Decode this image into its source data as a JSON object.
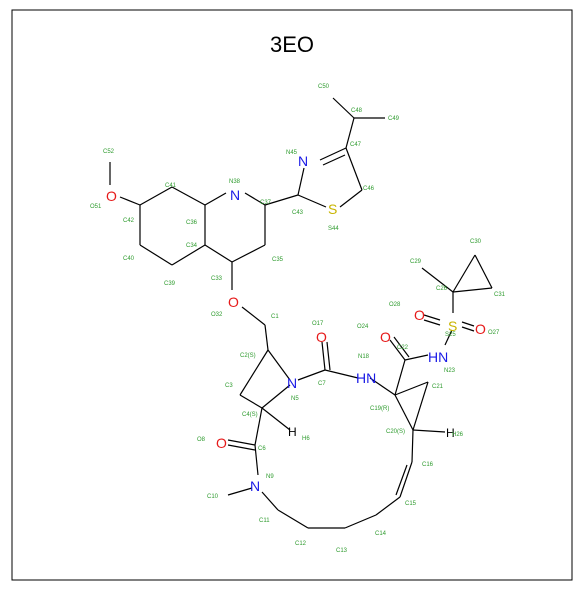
{
  "title": "3EO",
  "atoms": {
    "N": "N",
    "O": "O",
    "S": "S",
    "H": "H",
    "HN": "HN"
  },
  "labels": {
    "C50": "C50",
    "C48": "C48",
    "C49": "C49",
    "C47": "C47",
    "N45": "N45",
    "C46": "C46",
    "S44": "S44",
    "C43": "C43",
    "C52": "C52",
    "O51": "O51",
    "C41": "C41",
    "N38": "N38",
    "C37": "C37",
    "C42": "C42",
    "C36": "C36",
    "C34": "C34",
    "C40": "C40",
    "C39": "C39",
    "C33": "C33",
    "C35": "C35",
    "O32": "O32",
    "C1": "C1",
    "O17": "O17",
    "O24": "O24",
    "N18": "N18",
    "C22": "C22",
    "C2S": "C2(S)",
    "C3": "C3",
    "N5": "N5",
    "C7": "C7",
    "C4S": "C4(S)",
    "H6": "H6",
    "O8": "O8",
    "C6": "C6",
    "N9": "N9",
    "C10": "C10",
    "C11": "C11",
    "C12": "C12",
    "C13": "C13",
    "C14": "C14",
    "C15": "C15",
    "C16": "C16",
    "C19R": "C19(R)",
    "C20S": "C20(S)",
    "H26": "H26",
    "C21": "C21",
    "C30": "C30",
    "C29": "C29",
    "C26": "C26",
    "C31": "C31",
    "O28": "O28",
    "S25": "S25",
    "O27": "O27",
    "N23": "N23"
  }
}
